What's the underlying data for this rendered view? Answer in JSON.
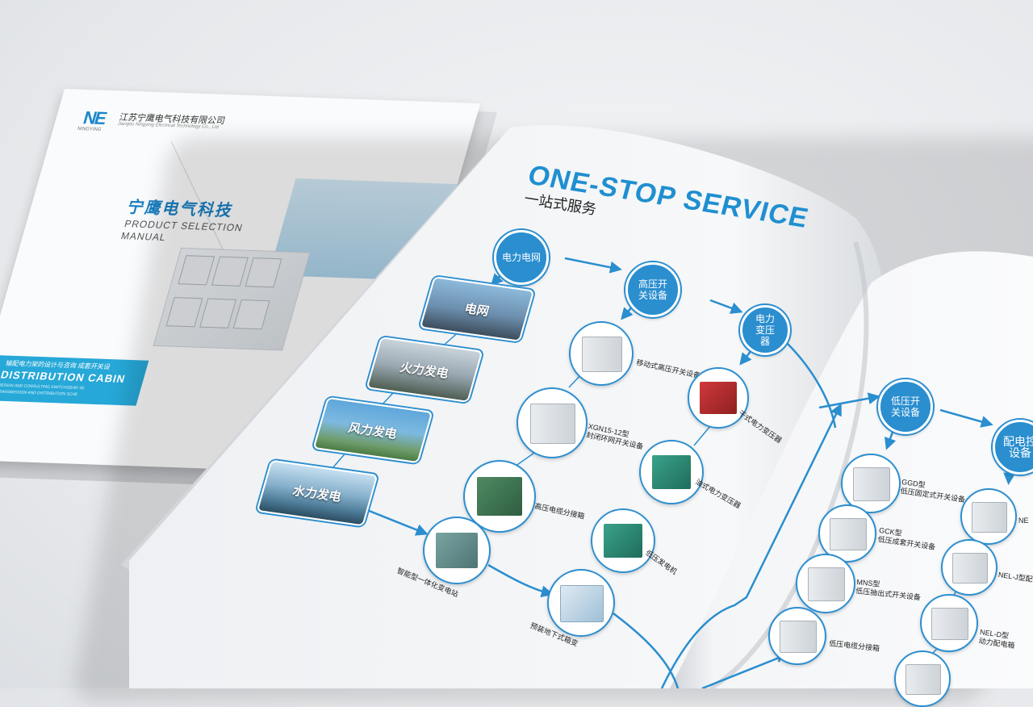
{
  "cover": {
    "logo_mark": "NE",
    "logo_sub": "NINGYING",
    "company_cn": "江苏宁鹰电气科技有限公司",
    "company_en": "Jiangsu Ningying Electrical Technology Co., Ltd",
    "brand_cn": "宁鹰电气科技",
    "brand_en_line1": "PRODUCT SELECTION",
    "brand_en_line2": "MANUAL",
    "stripe_cn": "输配电力架的设计与咨询 成套开关设",
    "stripe_title": "DISTRIBUTION CABIN",
    "stripe_en1": "DESIGN AND CONSULTING SWITCHGEAR SE",
    "stripe_en2": "TRANSMISSION AND DISTRIBUTION SCHE"
  },
  "spread": {
    "title_en": "ONE-STOP SERVICE",
    "title_cn": "一站式服务",
    "nodes": {
      "grid": "电力电网",
      "hv_switch": "高压开关设备",
      "transformer": "电力变压器",
      "lv_switch": "低压开关设备",
      "dist": "配电控设备"
    },
    "sources": {
      "grid": "电网",
      "thermal": "火力发电",
      "wind": "风力发电",
      "hydro": "水力发电"
    },
    "products": {
      "mobile_hv": "移动式高压开关设备",
      "xgn_1": "XGN15-12型",
      "xgn_2": "封闭环网开关设备",
      "hv_cable": "高压电缆分接箱",
      "smart_sub": "智能型一体化变电站",
      "prefab": "预装地下式箱变",
      "dry_tf": "干式电力变压器",
      "oil_tf": "油式电力变压器",
      "gen": "低压发电机",
      "ggd_1": "GGD型",
      "ggd_2": "低压固定式开关设备",
      "gck_1": "GCK型",
      "gck_2": "低压成套开关设备",
      "mns_1": "MNS型",
      "mns_2": "低压抽出式开关设备",
      "lv_cable": "低压电缆分接箱",
      "ne_top": "NE",
      "nelj": "NEL-J型配电箱",
      "neld_1": "NEL-D型",
      "neld_2": "动力配电箱"
    }
  },
  "colors": {
    "accent": "#2a8ecf",
    "title": "#1f8fd0",
    "stripe": "#26a8d8"
  }
}
